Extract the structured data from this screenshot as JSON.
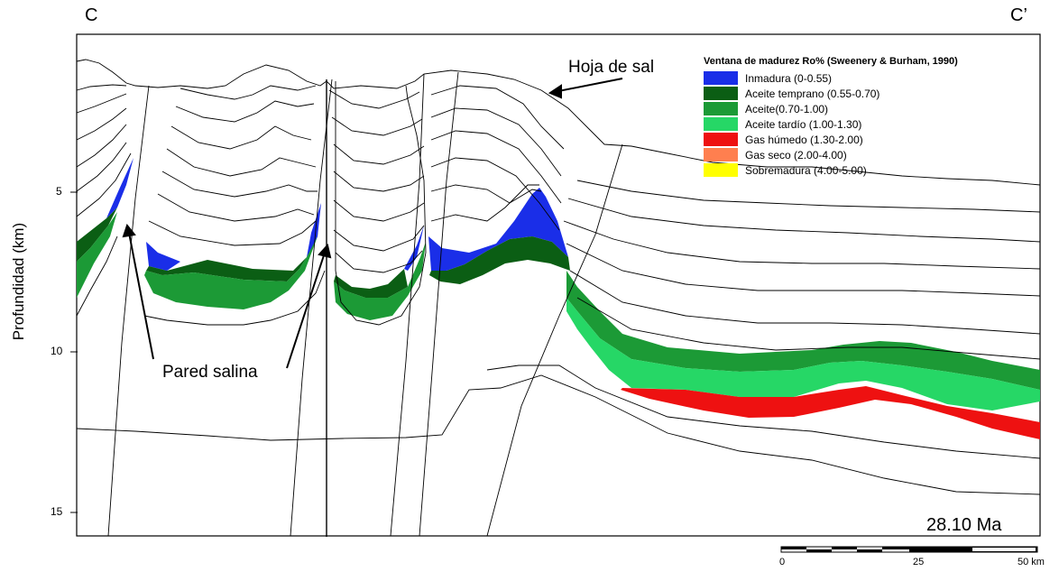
{
  "section": {
    "start_label": "C",
    "end_label": "C’",
    "age": "28.10 Ma"
  },
  "axis": {
    "ylabel": "Profundidad (km)",
    "yticks": [
      "5",
      "10",
      "15"
    ]
  },
  "annotations": {
    "salt_sheet": "Hoja de sal",
    "salt_wall": "Pared salina"
  },
  "legend": {
    "title": "Ventana de madurez Ro%  (Sweenery & Burham, 1990)",
    "items": [
      {
        "label": "Inmadura (0-0.55)",
        "color": "#1a2ee8"
      },
      {
        "label": "Aceite temprano (0.55-0.70)",
        "color": "#0b5e14"
      },
      {
        "label": "Aceite(0.70-1.00)",
        "color": "#1c9a36"
      },
      {
        "label": "Aceite tardío (1.00-1.30)",
        "color": "#26d766"
      },
      {
        "label": "Gas húmedo (1.30-2.00)",
        "color": "#ee1111"
      },
      {
        "label": "Gas seco (2.00-4.00)",
        "color": "#ff7f4f"
      },
      {
        "label": "Sobremadura (4.00-5.00)",
        "color": "#ffff00"
      }
    ]
  },
  "scale_bar": {
    "labels": [
      "0",
      "25",
      "50 km"
    ]
  }
}
